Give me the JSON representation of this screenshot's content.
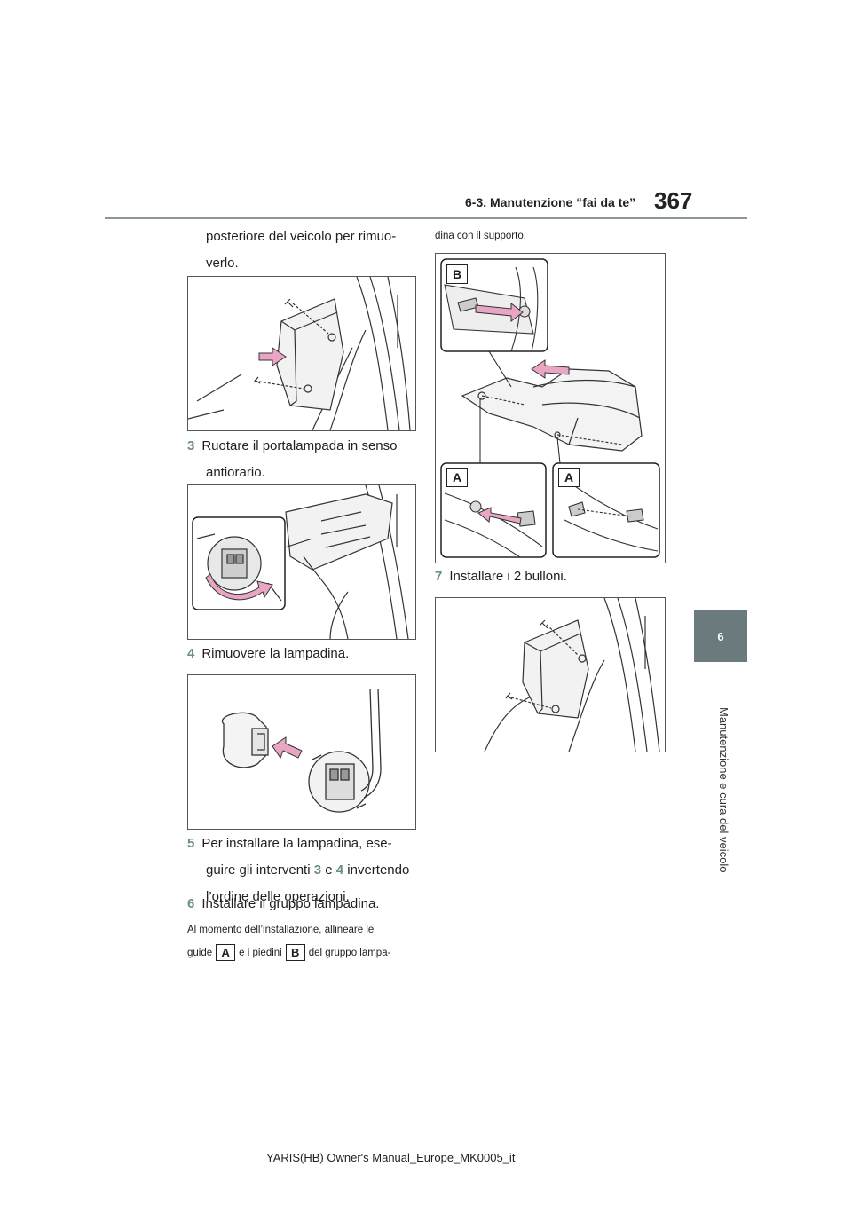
{
  "header": {
    "section_title": "6-3. Manutenzione “fai da te”",
    "page_number": "367"
  },
  "side_tab": {
    "chapter_number": "6",
    "chapter_title": "Manutenzione e cura del veicolo"
  },
  "left_column": {
    "intro_line1": "posteriore del veicolo per rimuo-",
    "intro_line2": "verlo.",
    "step3": {
      "num": "3",
      "line1": "Ruotare il portalampada in senso",
      "line2": "antiorario."
    },
    "step4": {
      "num": "4",
      "line1": "Rimuovere la lampadina."
    },
    "step5": {
      "num": "5",
      "line1": "Per installare la lampadina, ese-",
      "line2_a": "guire gli interventi ",
      "ref_a": "3",
      "line2_b": " e ",
      "ref_b": "4",
      "line2_c": " invertendo",
      "line3": "l’ordine delle operazioni."
    },
    "step6": {
      "num": "6",
      "line1": "Installare il gruppo lampadina."
    },
    "note_line1": "Al momento dell’installazione, allineare le",
    "note_line2_a": "guide",
    "note_letter_a": "A",
    "note_line2_b": "e i piedini",
    "note_letter_b": "B",
    "note_line2_c": "del gruppo lampa-"
  },
  "right_column": {
    "note_cont": "dina con il supporto.",
    "callouts": {
      "b": "B",
      "a1": "A",
      "a2": "A"
    },
    "step7": {
      "num": "7",
      "line1": "Installare i 2 bulloni."
    }
  },
  "footer": {
    "text": "YARIS(HB) Owner's Manual_Europe_MK0005_it"
  },
  "colors": {
    "accent": "#6b8e8a",
    "rule": "#8a9698",
    "tab": "#6b7b7d",
    "arrow": "#e8a6c4"
  }
}
